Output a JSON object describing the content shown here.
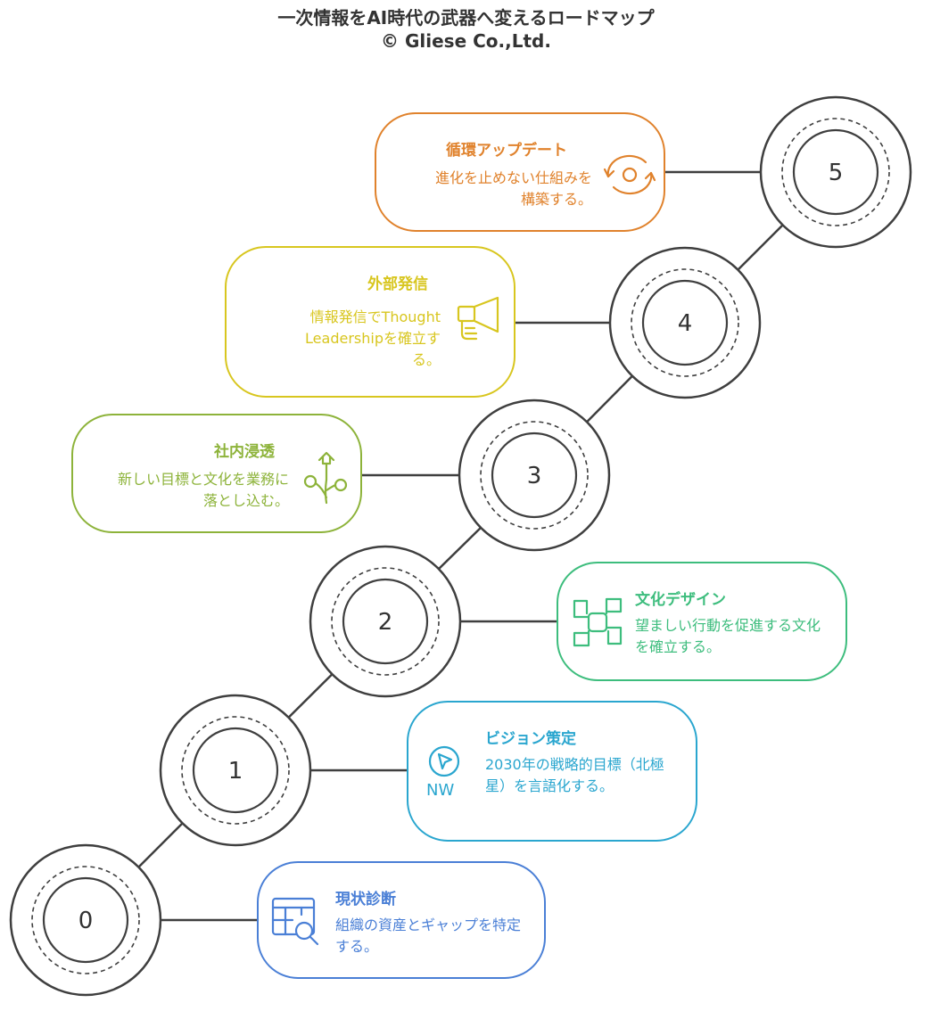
{
  "header": {
    "title": "一次情報をAI時代の武器へ変えるロードマップ",
    "copyright": "© Gliese Co.,Ltd."
  },
  "steps": [
    {
      "number": "0",
      "title": "現状診断",
      "description": "組織の資産とギャップを特定する。",
      "color": "#4a7fd6",
      "icon": "table-search-icon"
    },
    {
      "number": "1",
      "title": "ビジョン策定",
      "description": "2030年の戦略的目標（北極星）を言語化する。",
      "color": "#2aa6cf",
      "icon": "compass-icon",
      "icon_text": "NW"
    },
    {
      "number": "2",
      "title": "文化デザイン",
      "description": "望ましい行動を促進する文化を確立する。",
      "color": "#3dbd7d",
      "icon": "hands-together-icon"
    },
    {
      "number": "3",
      "title": "社内浸透",
      "description": "新しい目標と文化を業務に落とし込む。",
      "color": "#8db33a",
      "icon": "growth-plant-icon"
    },
    {
      "number": "4",
      "title": "外部発信",
      "description": "情報発信でThought Leadershipを確立する。",
      "color": "#d8c61f",
      "icon": "megaphone-icon"
    },
    {
      "number": "5",
      "title": "循環アップデート",
      "description": "進化を止めない仕組みを構築する。",
      "color": "#e0822c",
      "icon": "refresh-cycle-icon"
    }
  ]
}
